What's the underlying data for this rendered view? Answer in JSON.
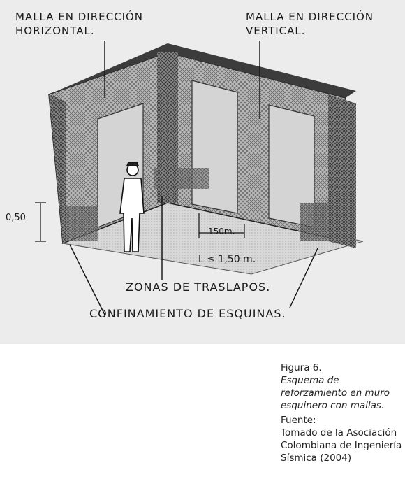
{
  "diagram": {
    "labels": {
      "horizontal_mesh_line1": "MALLA EN DIRECCIÓN",
      "horizontal_mesh_line2": "HORIZONTAL.",
      "vertical_mesh_line1": "MALLA EN DIRECCIÓN",
      "vertical_mesh_line2": "VERTICAL.",
      "height_dimension": "0,50",
      "length_dimension": "150m.",
      "max_length": "L ≤ 1,50 m.",
      "overlap_zones": "ZONAS DE TRASLAPOS.",
      "corner_confinement": "CONFINAMIENTO DE ESQUINAS."
    }
  },
  "caption": {
    "title": "Figura 6.",
    "description": "Esquema de reforzamiento en muro esquinero con mallas.",
    "source_label": "Fuente:",
    "source": "Tomado de la Asociación Colombiana de Ingeniería Sísmica (2004)"
  }
}
